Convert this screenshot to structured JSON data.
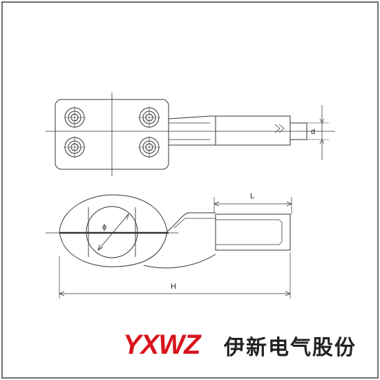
{
  "dimensions": {
    "d": "d",
    "L": "L",
    "phi": "ϕ",
    "H": "H"
  },
  "brand": {
    "logo": "YXWZ",
    "company": "伊新电气股份",
    "logo_color": "#d8141c"
  }
}
